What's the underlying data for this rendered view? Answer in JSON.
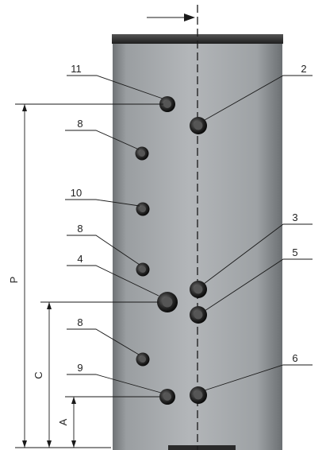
{
  "diagram": {
    "labels": {
      "l1": "11",
      "l2": "2",
      "l3": "3",
      "l4": "4",
      "l5": "5",
      "l6": "6",
      "l7": "8",
      "l8": "8",
      "l9": "8",
      "l10": "10",
      "l11": "9"
    },
    "dimensions": {
      "p": "P",
      "c": "C",
      "a": "A"
    },
    "colors": {
      "tank": "#9ea2a5",
      "lid": "#2b2b2b",
      "connector": "#111111",
      "line": "#1a1a1a"
    }
  }
}
